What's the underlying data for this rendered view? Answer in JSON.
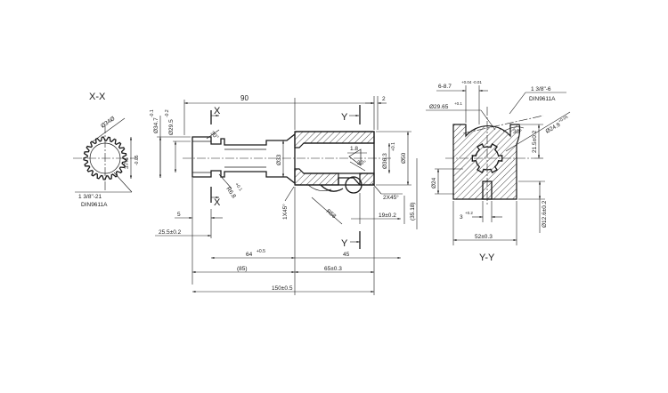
{
  "views": {
    "xx": {
      "title": "X-X",
      "d_outer": "Ø34Ø",
      "d_root": "37.6",
      "d_root_tol": "-0.05",
      "spline": "1 3/8\"-21",
      "standard": "DIN9611A"
    },
    "main": {
      "len_90": "90",
      "dim_2": "2",
      "d347": "Ø34.7",
      "d347_tol": "-0.1",
      "d295": "Ø29.5",
      "d295_tol": "-0.2",
      "angle_30": "30°",
      "d33": "Ø33",
      "r68": "R6.8",
      "r68_tol": "+0.1",
      "dim_18": "1.8",
      "chamfer_30": "30°",
      "d50": "Ø50",
      "d363": "Ø36.3",
      "d363_tol": "+0.1",
      "chamfer_1x45": "1X45°",
      "chamfer_2x45": "2X45°",
      "r58": "R58",
      "len_19": "19±0.2",
      "len_3518": "(35.18)",
      "dim_5": "5",
      "len_255": "25.5±0.2",
      "len_64": "64",
      "len_64_tol": "+0.5",
      "len_45": "45",
      "len_85": "(85)",
      "len_65": "65±0.3",
      "len_150": "150±0.5",
      "sec_x_top": "X",
      "sec_x_bot": "X",
      "sec_y_top": "Y",
      "sec_y_bot": "Y"
    },
    "yy": {
      "title": "Y-Y",
      "d687": "6-8.7",
      "d687_tol": "+0.04 -0.01",
      "spline": "1 3/8\"-6",
      "standard": "DIN9611A",
      "d2965": "Ø29.65",
      "d2965_tol": "+0.1",
      "angle_30": "30°",
      "d249": "Ø24.9",
      "d249_tol": "+0.05",
      "dim_215": "21.5±0.2",
      "d24": "Ø24",
      "dim_3": "3",
      "dim_3_tol": "+0.2",
      "d126": "Ø12.6±0.2",
      "len_52": "52±0.3"
    }
  }
}
